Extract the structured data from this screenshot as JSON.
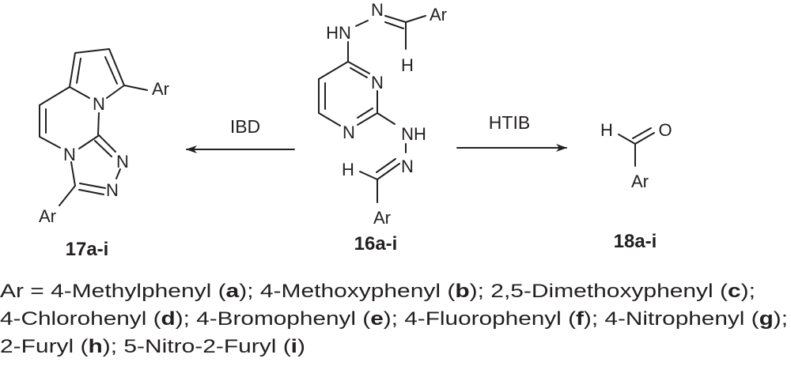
{
  "scheme": {
    "compound_17": {
      "label": "17a-i",
      "atoms": {
        "n1": "N",
        "n2": "N",
        "n3": "N",
        "n4": "N",
        "ar1": "Ar",
        "ar2": "Ar"
      }
    },
    "compound_16": {
      "label": "16a-i",
      "atoms": {
        "hn": "HN",
        "n_top": "N",
        "h_top": "H",
        "ar_top": "Ar",
        "n3": "N",
        "n1": "N",
        "nh": "NH",
        "n_bot": "N",
        "h_bot": "H",
        "ar_bot": "Ar"
      }
    },
    "compound_18": {
      "label": "18a-i",
      "atoms": {
        "h": "H",
        "o": "O",
        "ar": "Ar"
      }
    },
    "reagent_left": "IBD",
    "reagent_right": "HTIB"
  },
  "legend": {
    "prefix": "Ar = ",
    "punct": {
      "open": " (",
      "close": ")",
      "sep": "; ",
      "last_sep": ";"
    },
    "items": [
      {
        "name": "4-Methylphenyl",
        "label": "a"
      },
      {
        "name": "4-Methoxyphenyl",
        "label": "b"
      },
      {
        "name": "2,5-Dimethoxyphenyl",
        "label": "c"
      },
      {
        "name": "4-Chlorohenyl",
        "label": "d"
      },
      {
        "name": "4-Bromophenyl",
        "label": "e"
      },
      {
        "name": "4-Fluorophenyl",
        "label": "f"
      },
      {
        "name": "4-Nitrophenyl",
        "label": "g"
      },
      {
        "name": "2-Furyl",
        "label": "h"
      },
      {
        "name": "5-Nitro-2-Furyl",
        "label": "i"
      }
    ]
  }
}
